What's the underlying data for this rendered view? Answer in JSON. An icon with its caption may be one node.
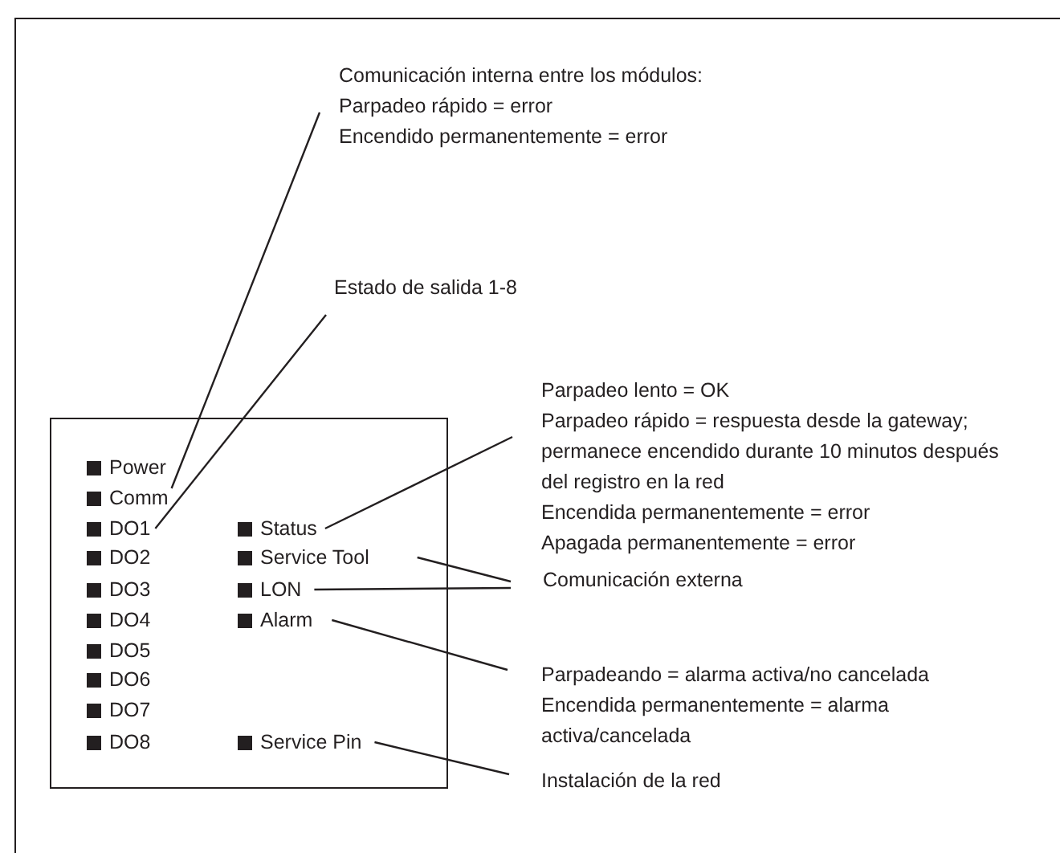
{
  "diagram": {
    "nodes": [
      {
        "text": [
          "Comunicación interna entre los módulos:",
          "Parpadeo rápido = error",
          "Encendido permanentemente = error"
        ]
      },
      {
        "text": [
          "Estado de salida 1-8"
        ]
      },
      {
        "text": [
          "Parpadeo lento = OK",
          "Parpadeo rápido = respuesta desde la gateway; permanece encendido durante 10 minutos después del registro en la red",
          "Encendida permanentemente = error",
          "Apagada permanentemente = error"
        ]
      },
      {
        "text": [],
        "shape": "box"
      },
      {
        "text": [
          "Power"
        ],
        "in": 3
      },
      {
        "text": [
          "Comm"
        ],
        "in": 3
      },
      {
        "text": [
          "DO1"
        ],
        "in": 3
      },
      {
        "text": [
          "Status"
        ],
        "in": 3
      },
      {
        "text": [
          "DO2"
        ],
        "in": 3
      },
      {
        "text": [
          "Service Tool"
        ],
        "in": 3
      },
      {
        "text": [
          "DO3"
        ],
        "in": 3
      },
      {
        "text": [
          "LON"
        ],
        "in": 3
      },
      {
        "text": [
          "DO4"
        ],
        "in": 3
      },
      {
        "text": [
          "Alarm"
        ],
        "in": 3
      },
      {
        "text": [
          "DO5"
        ],
        "in": 3
      },
      {
        "text": [
          "DO6"
        ],
        "in": 3
      },
      {
        "text": [
          "DO7"
        ],
        "in": 3
      },
      {
        "text": [
          "DO8"
        ],
        "in": 3
      },
      {
        "text": [
          "Service Pin"
        ],
        "in": 3
      },
      {
        "text": [
          "Comunicación externa"
        ]
      },
      {
        "text": [
          "Parpadeando = alarma activa/no cancelada",
          "Encendida permanentemente = alarma activa/cancelada"
        ]
      },
      {
        "text": [
          "Instalación de la red"
        ]
      }
    ],
    "edges": [
      {
        "from": 0,
        "to": 5,
        "arrow": "none"
      },
      {
        "from": 1,
        "to": 6,
        "arrow": "none"
      },
      {
        "from": 2,
        "to": 7,
        "arrow": "none"
      },
      {
        "from": 19,
        "to": 9,
        "arrow": "none"
      },
      {
        "from": 19,
        "to": 11,
        "arrow": "none"
      },
      {
        "from": 20,
        "to": 13,
        "arrow": "none"
      },
      {
        "from": 21,
        "to": 18,
        "arrow": "none"
      }
    ]
  }
}
